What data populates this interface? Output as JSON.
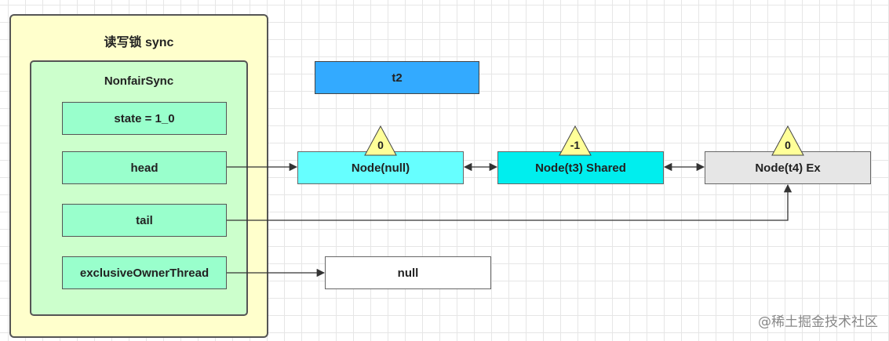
{
  "outer": {
    "title": "读写锁 sync"
  },
  "inner": {
    "title": "NonfairSync"
  },
  "fields": {
    "state": "state = 1_0",
    "head": "head",
    "tail": "tail",
    "owner": "exclusiveOwnerThread"
  },
  "thread_box": "t2",
  "nodes": {
    "null_node": {
      "label": "Node(null)",
      "wait_status": "0"
    },
    "t3_node": {
      "label": "Node(t3) Shared",
      "wait_status": "-1"
    },
    "t4_node": {
      "label": "Node(t4) Ex",
      "wait_status": "0"
    }
  },
  "owner_value": "null",
  "watermark": "@稀土掘金技术社区",
  "colors": {
    "outer_bg": "#ffffcc",
    "inner_bg": "#ccffcc",
    "field_bg": "#99ffcc",
    "thread_bg": "#33aaff",
    "null_node_bg": "#66ffff",
    "t3_node_bg": "#00eeee",
    "t4_node_bg": "#e6e6e6",
    "triangle_fill": "#ffff99"
  }
}
